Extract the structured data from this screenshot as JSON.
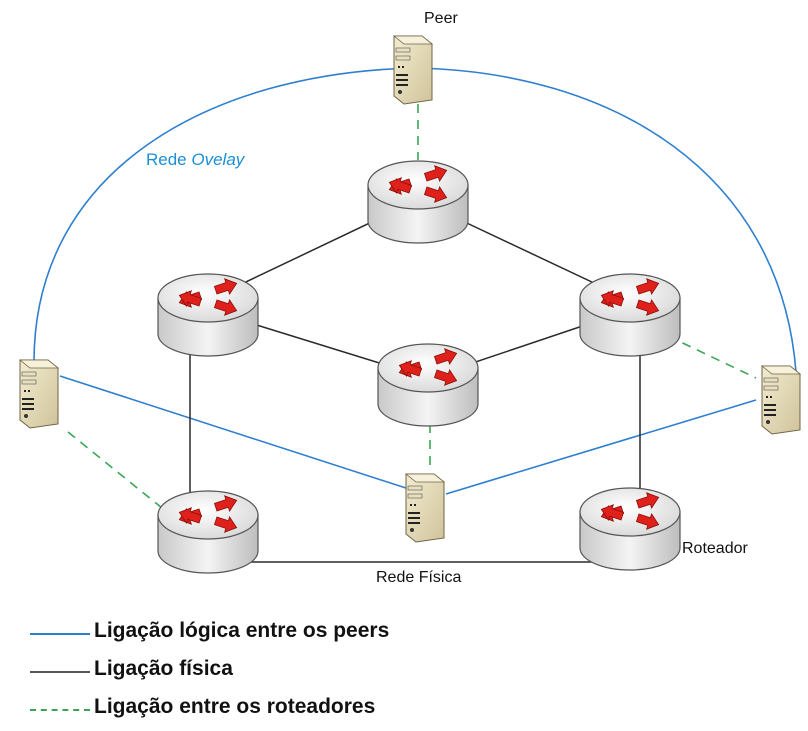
{
  "labels": {
    "peer": "Peer",
    "overlay_prefix": "Rede ",
    "overlay_italic": "Ovelay",
    "physical_network": "Rede Física",
    "router": "Roteador"
  },
  "legend": {
    "logical": "Ligação lógica entre os peers",
    "physical": "Ligação física",
    "router_link": "Ligação entre os roteadores"
  },
  "colors": {
    "logical_link": "#2f7fd0",
    "physical_link": "#2a2a2a",
    "router_link": "#3aa655",
    "overlay_text": "#1a8fd6",
    "router_arrow": "#e0201a"
  }
}
